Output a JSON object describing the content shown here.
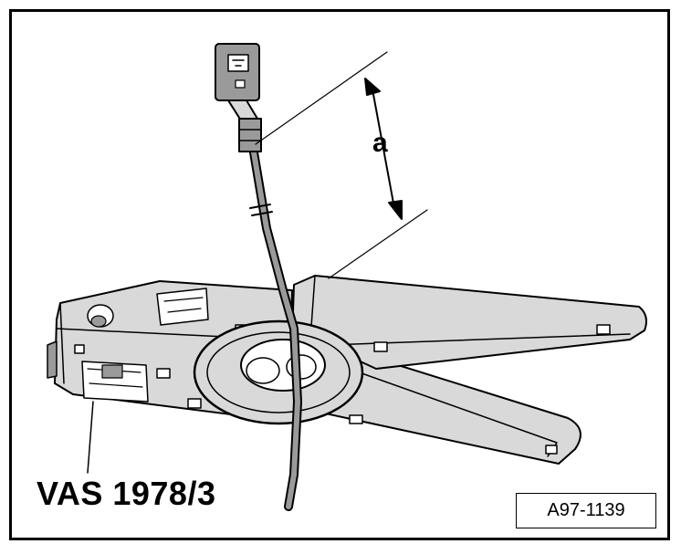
{
  "figure": {
    "dimension_label": "a",
    "tool_label": "VAS 1978/3",
    "figure_id": "A97-1139"
  },
  "colors": {
    "line": "#000000",
    "fill_light": "#d9d9d9",
    "fill_dark": "#9a9a9a",
    "background": "#ffffff"
  },
  "icons": [
    "double-headed-arrow-icon"
  ]
}
